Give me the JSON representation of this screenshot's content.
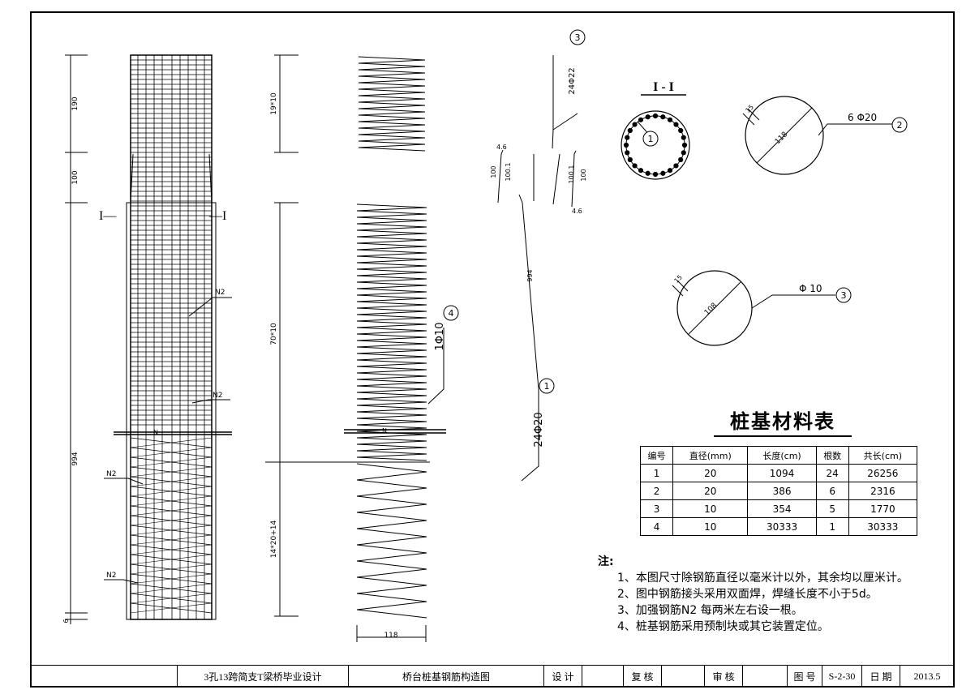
{
  "section_label": "I - I",
  "section_mark_left": "I—",
  "section_mark_right": "—I",
  "dims_left": {
    "d1": "190",
    "d2": "100",
    "d3": "994",
    "d4": "6"
  },
  "dims_mid": {
    "d1": "19*10",
    "d2": "70*10",
    "d3": "14*20+14",
    "bottom": "118"
  },
  "n2_label": "N2",
  "n_label": "N",
  "rebar_labels": {
    "r3_top": "24Φ22",
    "r1": "24Φ20",
    "r4": "1Φ10",
    "len994": "994",
    "l100a": "100",
    "l1001a": "100.1",
    "l46a": "4.6",
    "l1001b": "100.1",
    "l100b": "100",
    "l46b": "4.6"
  },
  "hoop2": {
    "dia": "118",
    "gap": "15",
    "label": "6 Φ20"
  },
  "hoop3": {
    "dia": "108",
    "gap": "15",
    "label": "Φ 10"
  },
  "circle_numbers": [
    "1",
    "2",
    "3",
    "4"
  ],
  "material_table": {
    "title": "桩基材料表",
    "headers": [
      "编号",
      "直径(mm)",
      "长度(cm)",
      "根数",
      "共长(cm)"
    ],
    "rows": [
      [
        "1",
        "20",
        "1094",
        "24",
        "26256"
      ],
      [
        "2",
        "20",
        "386",
        "6",
        "2316"
      ],
      [
        "3",
        "10",
        "354",
        "5",
        "1770"
      ],
      [
        "4",
        "10",
        "30333",
        "1",
        "30333"
      ]
    ]
  },
  "notes": {
    "title": "注:",
    "lines": [
      "1、本图尺寸除钢筋直径以毫米计以外，其余均以厘米计。",
      "2、图中钢筋接头采用双面焊，焊缝长度不小于5d。",
      "3、加强钢筋N2 每两米左右设一根。",
      "4、桩基钢筋采用预制块或其它装置定位。"
    ]
  },
  "title_block": {
    "project": "3孔13跨简支T梁桥毕业设计",
    "drawing": "桥台桩基钢筋构造图",
    "design": "设 计",
    "review": "复 核",
    "check": "审 核",
    "drawing_no_label": "图 号",
    "drawing_no": "S-2-30",
    "date_label": "日 期",
    "date": "2013.5"
  }
}
